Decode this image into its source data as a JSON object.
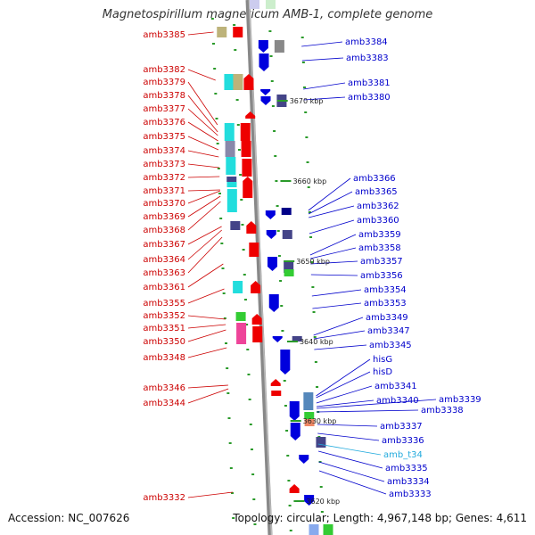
{
  "title": "Magnetospirillum magneticum AMB-1, complete genome",
  "footer": {
    "accession": "Accession: NC_007626",
    "info": "Topology: circular; Length: 4,967,148 bp; Genes: 4,611"
  },
  "colors": {
    "minus_label": "#cc0000",
    "plus_label": "#0000cc",
    "rna_label": "#22aadd",
    "backbone": "#888888",
    "tick": "#2a9a2a"
  },
  "kbp_marks": [
    "3670 kbp",
    "3660 kbp",
    "3650 kbp",
    "3640 kbp",
    "3630 kbp",
    "3620 kbp"
  ],
  "left_genes": [
    "amb3385",
    "amb3382",
    "amb3379",
    "amb3378",
    "amb3377",
    "amb3376",
    "amb3375",
    "amb3374",
    "amb3373",
    "amb3372",
    "amb3371",
    "amb3370",
    "amb3369",
    "amb3368",
    "amb3367",
    "amb3364",
    "amb3363",
    "amb3361",
    "amb3355",
    "amb3352",
    "amb3351",
    "amb3350",
    "amb3348",
    "amb3346",
    "amb3344",
    "amb3332"
  ],
  "right_genes": [
    "amb3384",
    "amb3383",
    "amb3381",
    "amb3380",
    "amb3366",
    "amb3365",
    "amb3362",
    "amb3360",
    "amb3359",
    "amb3358",
    "amb3357",
    "amb3356",
    "amb3354",
    "amb3353",
    "amb3349",
    "amb3347",
    "amb3345",
    "hisG",
    "hisD",
    "amb3341",
    "amb3340",
    "amb3339",
    "amb3338",
    "amb3337",
    "amb3336",
    "amb_t34",
    "amb3335",
    "amb3334",
    "amb3333"
  ]
}
